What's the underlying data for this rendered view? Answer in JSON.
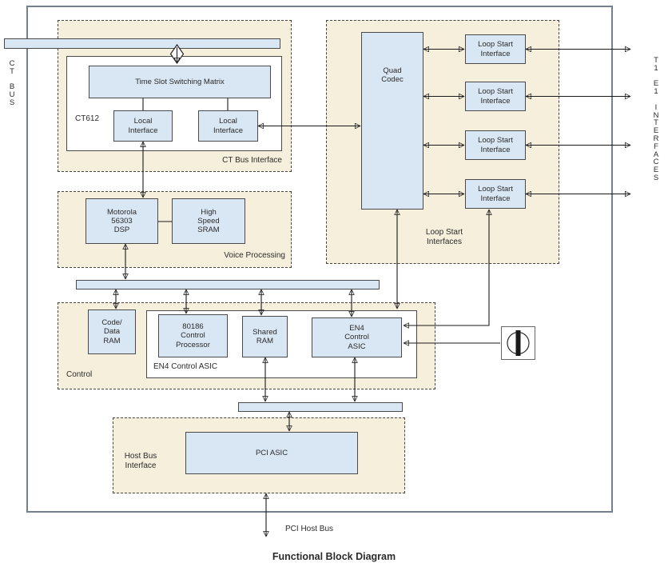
{
  "caption": "Functional Block Diagram",
  "colors": {
    "beige": "#f5efdb",
    "blue": "#d9e6f4",
    "box-border": "#4a4a4a",
    "outer-border": "#74808c",
    "wire": "#1a1a1a",
    "text": "#2b2b2b"
  },
  "side_labels": {
    "ct_bus": "C\nT\n\nB\nU\nS",
    "t1_e1": "T\n1\n\nE\n1\n\nI\nN\nT\nE\nR\nF\nA\nC\nE\nS"
  },
  "sections": {
    "ct_bus_interface": "CT Bus Interface",
    "ct612": "CT612",
    "voice_processing": "Voice Processing",
    "control": "Control",
    "en4_container": "EN4 Control ASIC",
    "loop_start": "Loop Start\nInterfaces",
    "host_bus": "Host Bus\nInterface"
  },
  "blocks": {
    "tsm": "Time Slot Switching Matrix",
    "local_if_1": "Local\nInterface",
    "local_if_2": "Local\nInterface",
    "dsp": "Motorola\n56303\nDSP",
    "sram": "High\nSpeed\nSRAM",
    "code_ram": "Code/\nData\nRAM",
    "processor": "80186\nControl\nProcessor",
    "shared_ram": "Shared\nRAM",
    "en4_asic": "EN4\nControl\nASIC",
    "quad_codec": "Quad\nCodec",
    "loop_start_1": "Loop Start\nInterface",
    "loop_start_2": "Loop Start\nInterface",
    "loop_start_3": "Loop Start\nInterface",
    "loop_start_4": "Loop Start\nInterface",
    "pci_asic": "PCI ASIC"
  },
  "annotations": {
    "pci_host_bus": "PCI Host Bus"
  }
}
